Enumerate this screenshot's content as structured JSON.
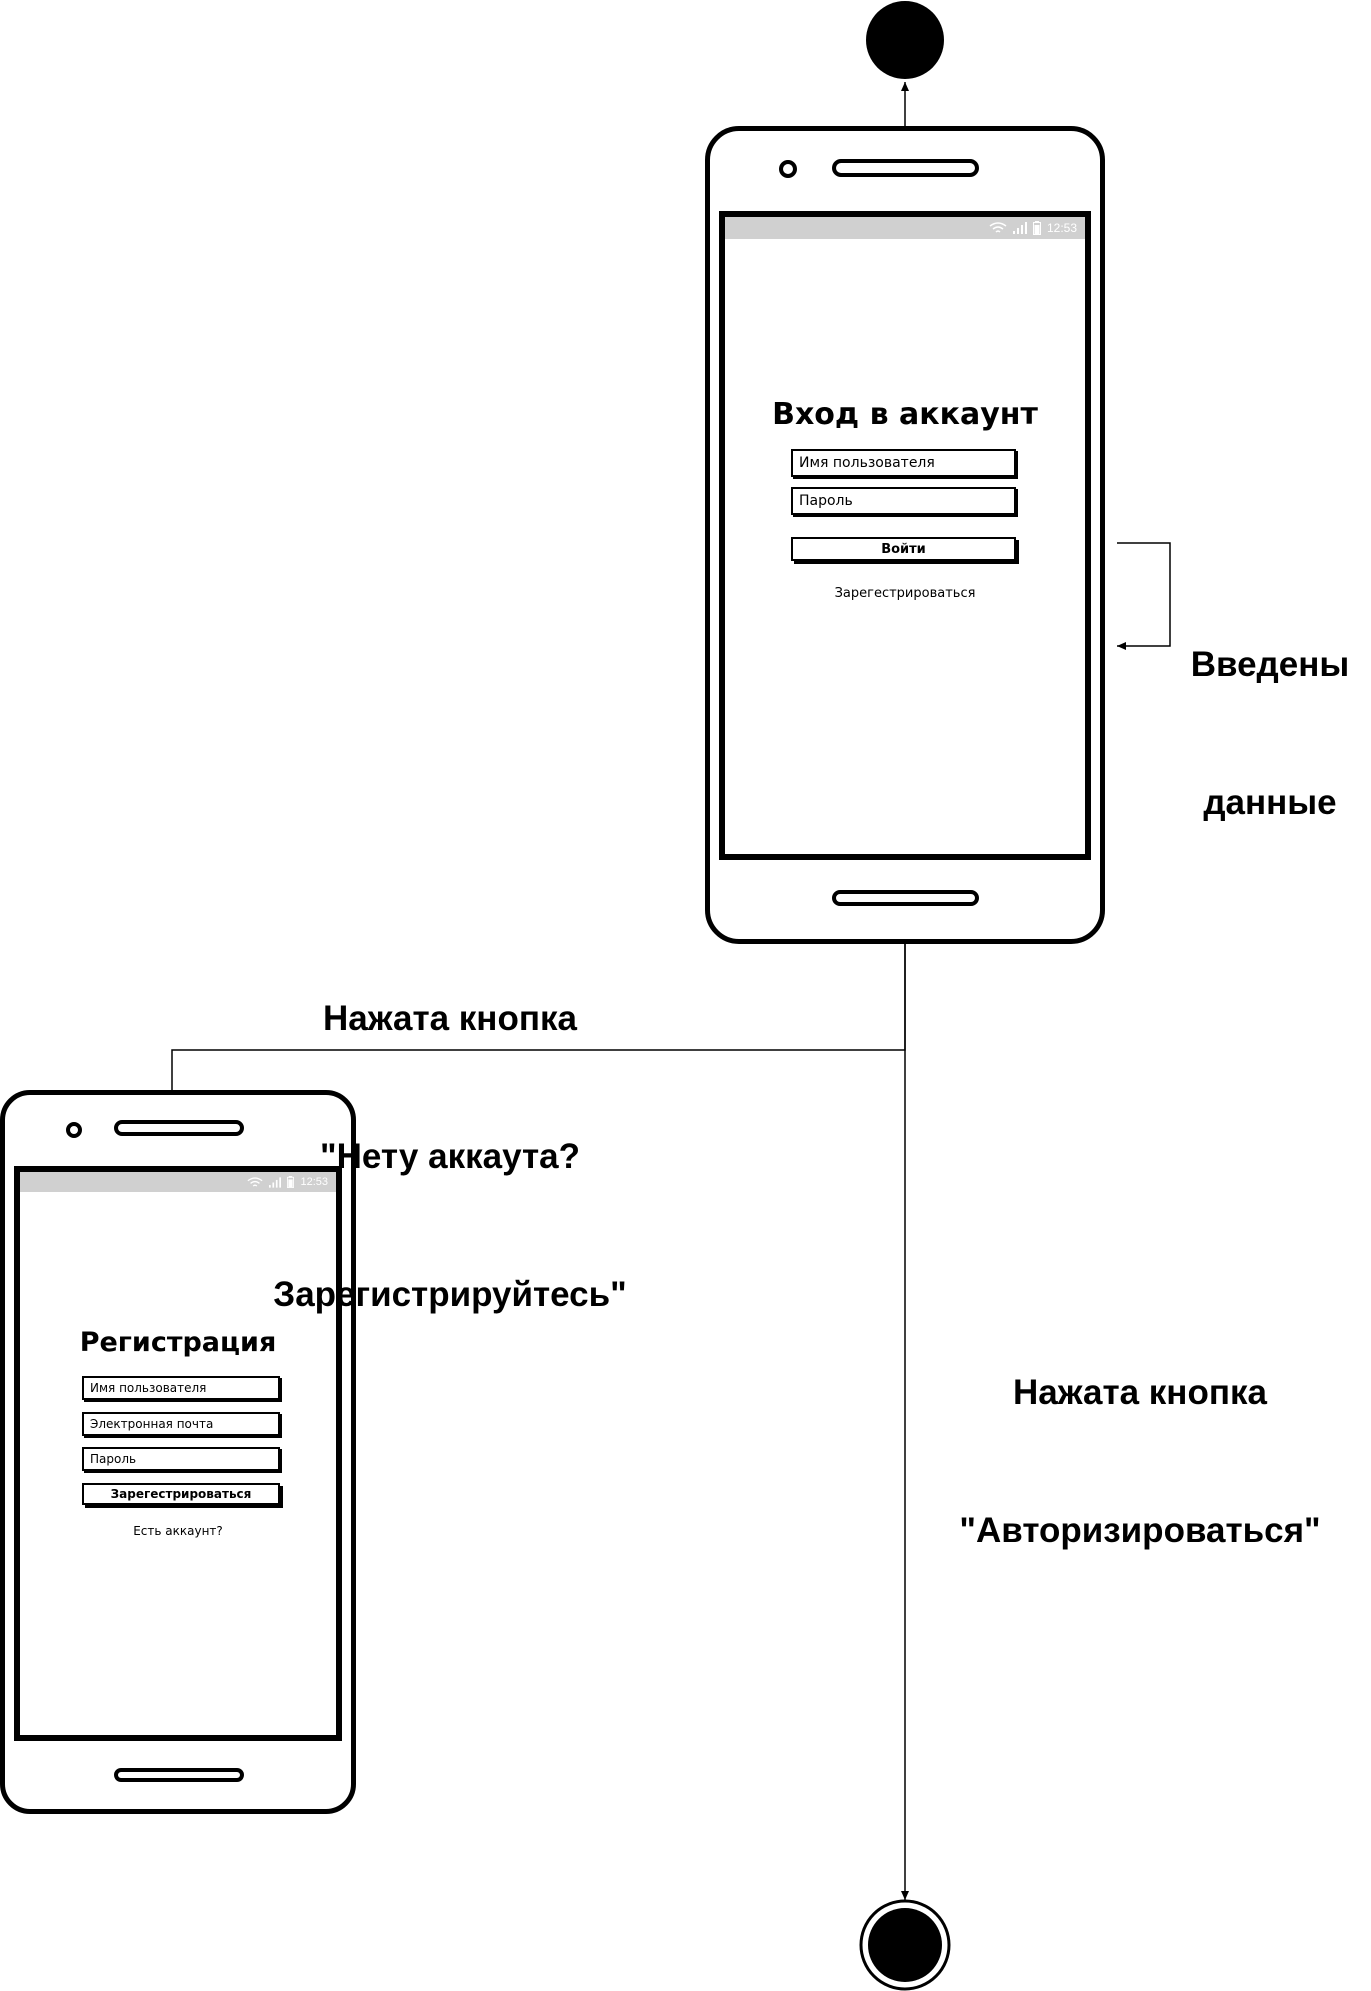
{
  "login_screen": {
    "status_time": "12:53",
    "title": "Вход в аккаунт",
    "username_placeholder": "Имя пользователя",
    "password_placeholder": "Пароль",
    "login_button": "Войти",
    "register_link": "Зарегестрироваться"
  },
  "register_screen": {
    "status_time": "12:53",
    "title": "Регистрация",
    "username_placeholder": "Имя пользователя",
    "email_placeholder": "Электронная почта",
    "password_placeholder": "Пароль",
    "register_button": "Зарегестрироваться",
    "have_account_link": "Есть аккаунт?"
  },
  "transitions": {
    "data_entered_line1": "Введены",
    "data_entered_line2": "данные",
    "to_register_line1": "Нажата кнопка",
    "to_register_line2": "\"Нету аккаута?",
    "to_register_line3": "Зарегистрируйтесь\"",
    "authorize_line1": "Нажата кнопка",
    "authorize_line2": "\"Авторизироваться\""
  },
  "icons": {
    "wifi": "wifi-icon",
    "signal": "signal-icon",
    "battery": "battery-icon",
    "initial_state": "initial-state-node",
    "final_state": "final-state-node"
  }
}
